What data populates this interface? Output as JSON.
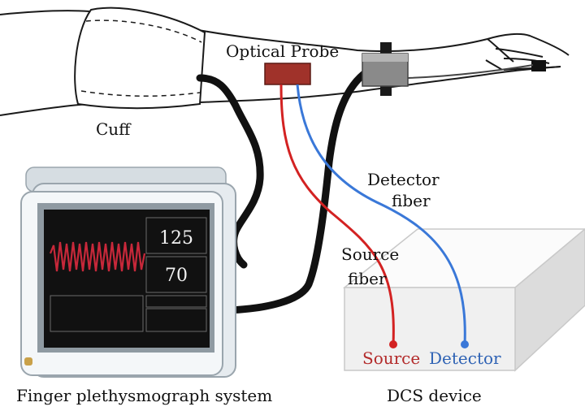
{
  "labels": {
    "cuff": "Cuff",
    "optical_probe": "Optical Probe",
    "detector_fiber_line1": "Detector",
    "detector_fiber_line2": "fiber",
    "source_fiber_line1": "Source",
    "source_fiber_line2": "fiber",
    "source": "Source",
    "detector": "Detector",
    "finger_system": "Finger plethysmograph system",
    "dcs_device": "DCS device"
  },
  "monitor": {
    "reading_top": "125",
    "reading_bottom": "70"
  },
  "colors": {
    "source_fiber": "#d32222",
    "detector_fiber": "#3a78d8",
    "probe": "#a0322a",
    "cable": "#111111",
    "waveform": "#c8283a"
  }
}
